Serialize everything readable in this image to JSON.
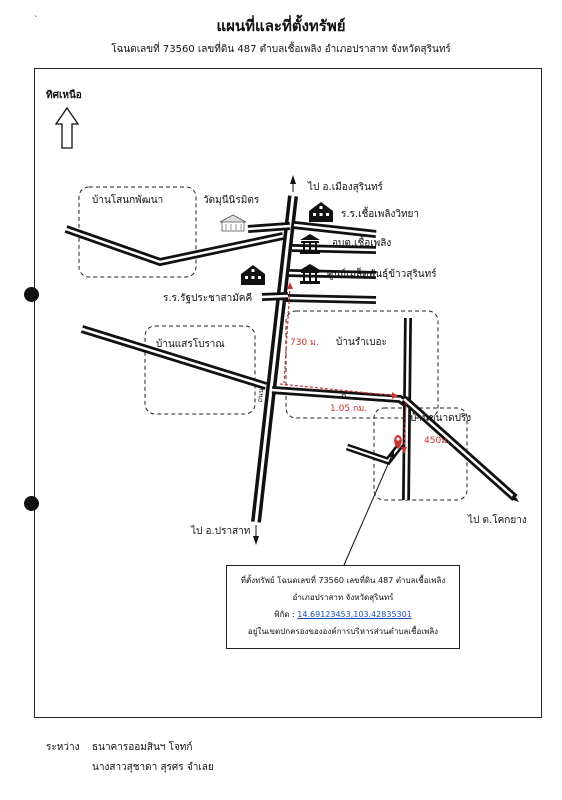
{
  "header": {
    "title": "แผนที่และที่ตั้งทรัพย์",
    "subtitle": "โฉนดเลขที่ 73560 เลขที่ดิน 487 ตำบลเชื้อเพลิง อำเภอปราสาท จังหวัดสุรินทร์"
  },
  "corner_mark": "ˎ",
  "north": {
    "label": "ทิศเหนือ",
    "icon": "north-arrow-icon"
  },
  "places": {
    "ban_sano": "บ้านโสนกพัฒนา",
    "wat": "วัดมุนีนิรมิตร",
    "to_mueang": "ไป อ.เมืองสุรินทร์",
    "school_chueaphloeng": "ร.ร.เชื้อเพลิงวิทยา",
    "abt": "อบต.เชื้อเพลิง",
    "elephant_seed_center": "ศูนย์เมล็ดพันธุ์ข้าวสุรินทร์",
    "school_rat": "ร.ร.รัฐประชาสามัคคี",
    "ban_saen": "บ้านแสรโบราณ",
    "ban_ram": "บ้านรำเบอะ",
    "ban_khanat": "บ้านขนาดปริง",
    "road_label": "ถ.",
    "road_mark": "ถนน",
    "to_prasat": "ไป อ.ปราสาท",
    "to_kokyang": "ไป ต.โคกยาง"
  },
  "distances": {
    "d730": "730 ม.",
    "d105": "1.05 กม.",
    "d450": "450ม."
  },
  "info": {
    "line1": "ที่ตั้งทรัพย์ โฉนดเลขที่ 73560 เลขที่ดิน 487 ตำบลเชื้อเพลิง",
    "line2": "อำเภอปราสาท จังหวัดสุรินทร์",
    "coord_label": "พิกัด :",
    "coord_value": "14.69123453,103.42835301",
    "line4": "อยู่ในเขตปกครองขององค์การบริหารส่วนตำบลเชื้อเพลิง"
  },
  "footer": {
    "between_label": "ระหว่าง",
    "party1": "ธนาคารออมสินฯ โจทก์",
    "party2": "นางสาวสุชาดา สุรศร  จำเลย"
  },
  "colors": {
    "accent_red": "#d0312d",
    "link_blue": "#1a4fc4",
    "road": "#111111"
  }
}
